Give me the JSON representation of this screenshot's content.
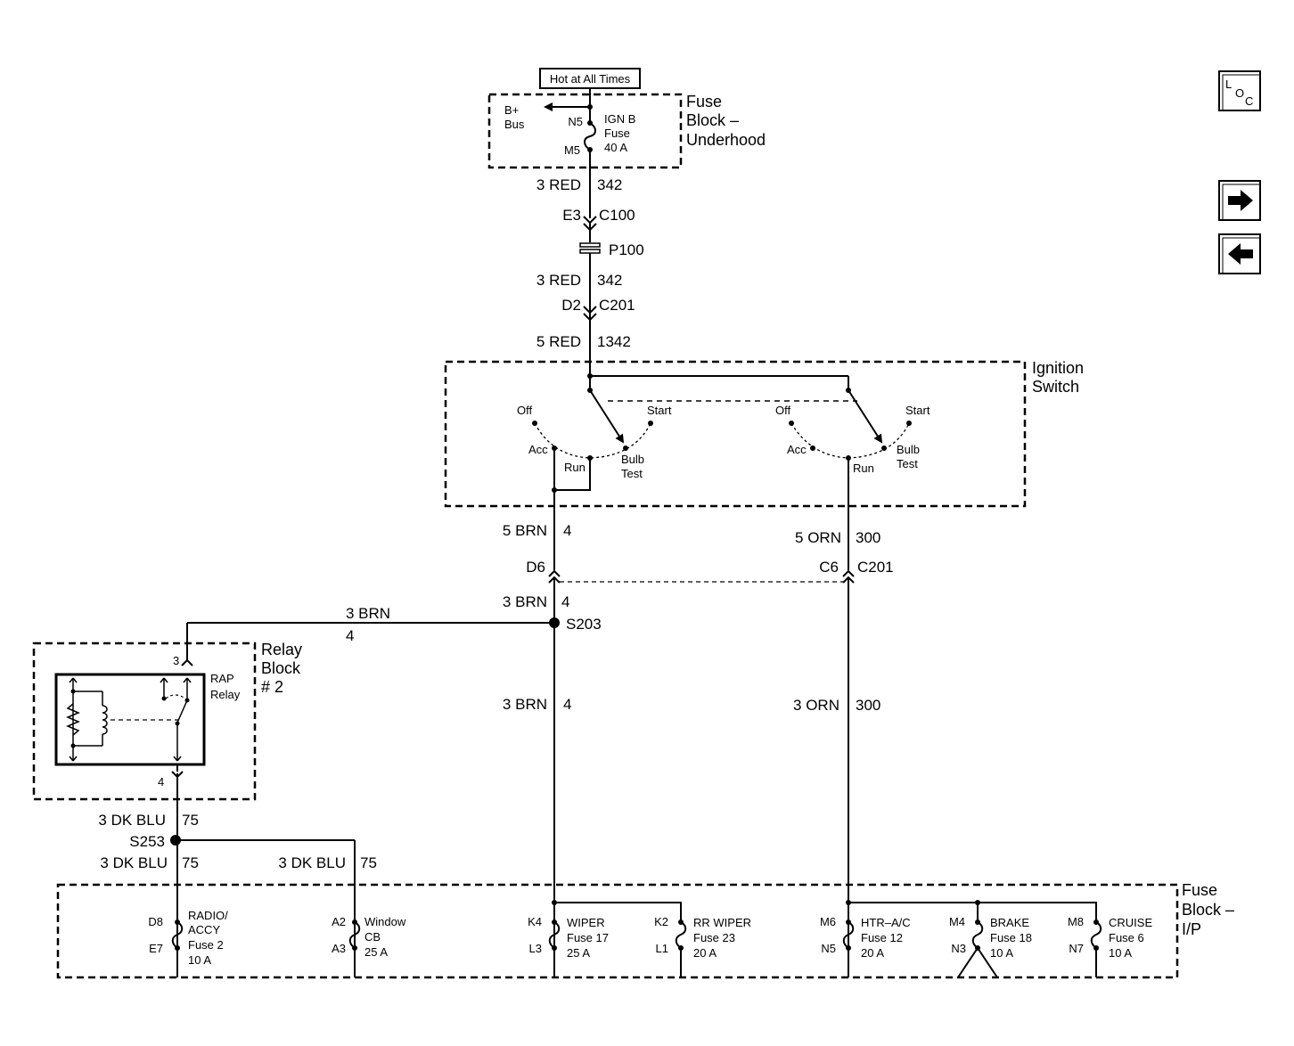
{
  "hot_label": "Hot at All Times",
  "fuse_block_underhood": {
    "title": [
      "Fuse",
      "Block –",
      "Underhood"
    ],
    "bplus": [
      "B+",
      "Bus"
    ],
    "pin_top": "N5",
    "pin_bottom": "M5",
    "fuse": [
      "IGN B",
      "Fuse",
      "40  A"
    ]
  },
  "wire_342_a": {
    "gauge": "3 RED",
    "circuit": "342"
  },
  "c100": {
    "pin": "E3",
    "connector": "C100"
  },
  "p100": "P100",
  "wire_342_b": {
    "gauge": "3 RED",
    "circuit": "342"
  },
  "c201_top": {
    "pin": "D2",
    "connector": "C201"
  },
  "wire_1342": {
    "gauge": "5 RED",
    "circuit": "1342"
  },
  "ignition_switch": {
    "title": [
      "Ignition",
      "Switch"
    ],
    "positions": {
      "off": "Off",
      "start": "Start",
      "acc": "Acc",
      "run": "Run",
      "bulb": [
        "Bulb",
        "Test"
      ]
    }
  },
  "wire_4_a": {
    "gauge": "5 BRN",
    "circuit": "4"
  },
  "wire_300_a": {
    "gauge": "5 ORN",
    "circuit": "300"
  },
  "c201_bottom": {
    "pin_left": "D6",
    "pin_right": "C6",
    "connector": "C201"
  },
  "wire_4_b": {
    "gauge": "3 BRN",
    "circuit": "4"
  },
  "s203": "S203",
  "wire_4_relay": {
    "gauge": "3 BRN",
    "circuit": "4"
  },
  "relay_block": {
    "title": [
      "Relay",
      "Block",
      "# 2"
    ],
    "relay": [
      "RAP",
      "Relay"
    ],
    "pin_in": "3",
    "pin_out": "4"
  },
  "wire_4_c": {
    "gauge": "3 BRN",
    "circuit": "4"
  },
  "wire_300_b": {
    "gauge": "3 ORN",
    "circuit": "300"
  },
  "wire_75_a": {
    "gauge": "3 DK BLU",
    "circuit": "75"
  },
  "s253": "S253",
  "wire_75_b": {
    "gauge": "3 DK BLU",
    "circuit": "75"
  },
  "wire_75_c": {
    "gauge": "3 DK BLU",
    "circuit": "75"
  },
  "fuse_block_ip": {
    "title": [
      "Fuse",
      "Block –",
      "I/P"
    ],
    "fuses": [
      {
        "pin_top": "D8",
        "pin_bottom": "E7",
        "lines": [
          "RADIO/",
          "ACCY",
          "Fuse 2",
          "10 A"
        ]
      },
      {
        "pin_top": "A2",
        "pin_bottom": "A3",
        "lines": [
          "Window",
          "CB",
          "25 A"
        ]
      },
      {
        "pin_top": "K4",
        "pin_bottom": "L3",
        "lines": [
          "WIPER",
          "Fuse 17",
          "25 A"
        ]
      },
      {
        "pin_top": "K2",
        "pin_bottom": "L1",
        "lines": [
          "RR WIPER",
          "Fuse 23",
          "20 A"
        ]
      },
      {
        "pin_top": "M6",
        "pin_bottom": "N5",
        "lines": [
          "HTR–A/C",
          "Fuse 12",
          "20 A"
        ]
      },
      {
        "pin_top": "M4",
        "pin_bottom": "N3",
        "lines": [
          "BRAKE",
          "Fuse 18",
          "10 A"
        ]
      },
      {
        "pin_top": "M8",
        "pin_bottom": "N7",
        "lines": [
          "CRUISE",
          "Fuse 6",
          "10 A"
        ]
      }
    ]
  },
  "nav": {
    "loc": [
      "L",
      "O",
      "C"
    ],
    "next_icon": "arrow-right-icon",
    "prev_icon": "arrow-left-icon"
  }
}
